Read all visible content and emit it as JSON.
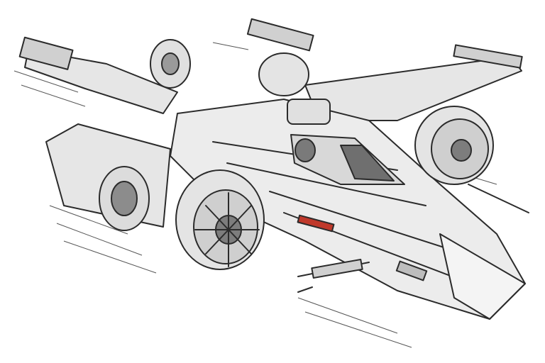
{
  "image": {
    "subject": "spaceship-line-drawing",
    "colors": {
      "background": "#ffffff",
      "ink": "#2b2b2b",
      "panel": "#e6e6e6",
      "shade": "#9a9a9a",
      "accent": "#c0392b"
    },
    "parts": [
      "hull",
      "cockpit",
      "left-engine",
      "right-engine",
      "rear-engine",
      "upper-wing",
      "lower-wing",
      "cannons",
      "speed-lines"
    ]
  }
}
